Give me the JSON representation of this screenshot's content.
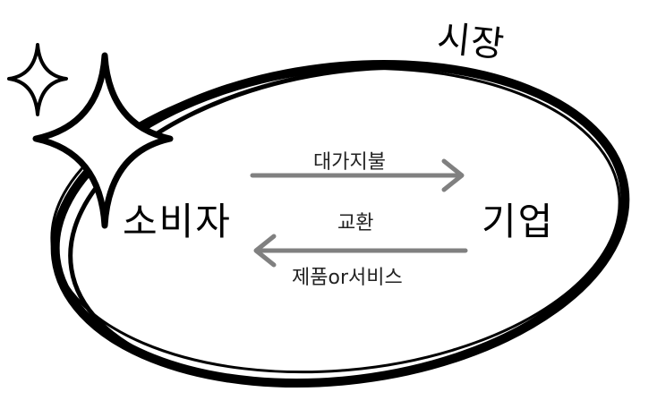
{
  "diagram": {
    "market_label": "시장",
    "consumer_label": "소비자",
    "company_label": "기업",
    "payment_label": "대가지불",
    "exchange_label": "교환",
    "goods_label": "제품or서비스"
  },
  "colors": {
    "ink": "#000000",
    "arrow": "#808080",
    "background": "#ffffff"
  },
  "icons": [
    "sparkle-icon-small",
    "sparkle-icon-large"
  ]
}
